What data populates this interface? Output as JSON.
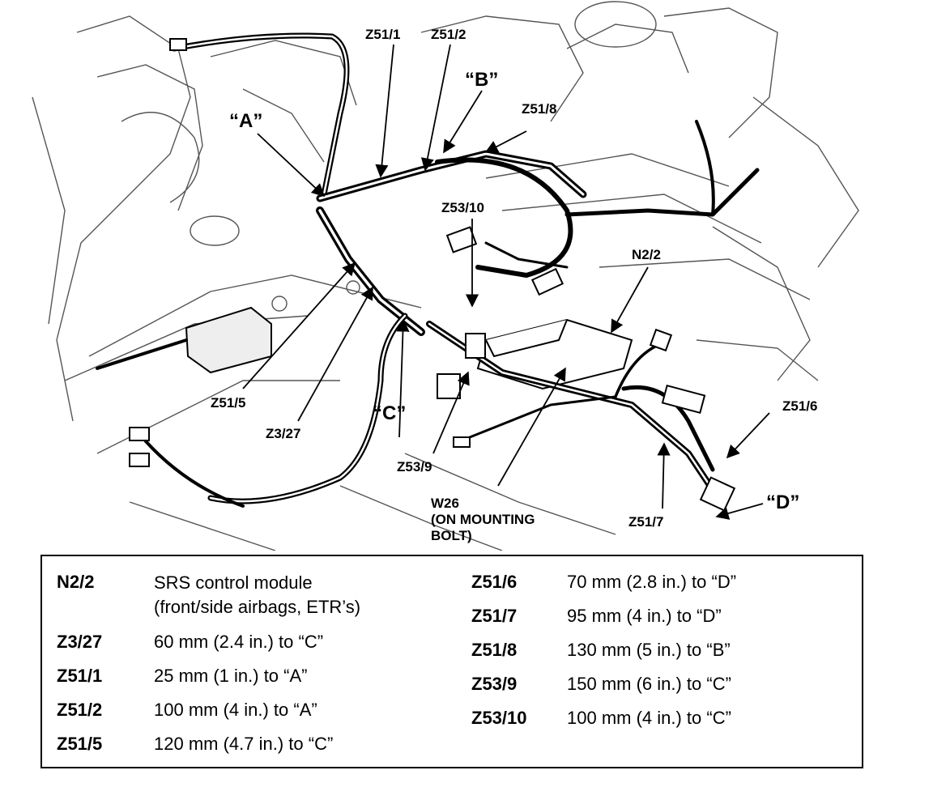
{
  "callouts": {
    "z51_1": "Z51/1",
    "z51_2": "Z51/2",
    "ref_b": "“B”",
    "z51_8": "Z51/8",
    "ref_a": "“A”",
    "z53_10": "Z53/10",
    "n2_2": "N2/2",
    "z51_5": "Z51/5",
    "z3_27": "Z3/27",
    "ref_c": "“C”",
    "z53_9": "Z53/9",
    "w26": "W26\n(ON MOUNTING\nBOLT)",
    "z51_6": "Z51/6",
    "z51_7": "Z51/7",
    "ref_d": "“D”"
  },
  "legend": {
    "left": [
      {
        "code": "N2/2",
        "desc": "SRS control module\n(front/side airbags, ETR’s)"
      },
      {
        "code": "Z3/27",
        "desc": "60 mm (2.4 in.) to “C”"
      },
      {
        "code": "Z51/1",
        "desc": "25 mm (1 in.) to “A”"
      },
      {
        "code": "Z51/2",
        "desc": "100 mm (4 in.) to “A”"
      },
      {
        "code": "Z51/5",
        "desc": "120 mm (4.7 in.) to “C”"
      }
    ],
    "right": [
      {
        "code": "Z51/6",
        "desc": "70 mm (2.8 in.) to “D”"
      },
      {
        "code": "Z51/7",
        "desc": "95 mm (4 in.) to “D”"
      },
      {
        "code": "Z51/8",
        "desc": "130 mm (5 in.) to “B”"
      },
      {
        "code": "Z53/9",
        "desc": "150 mm (6 in.) to “C”"
      },
      {
        "code": "Z53/10",
        "desc": "100 mm (4 in.) to “C”"
      }
    ]
  }
}
